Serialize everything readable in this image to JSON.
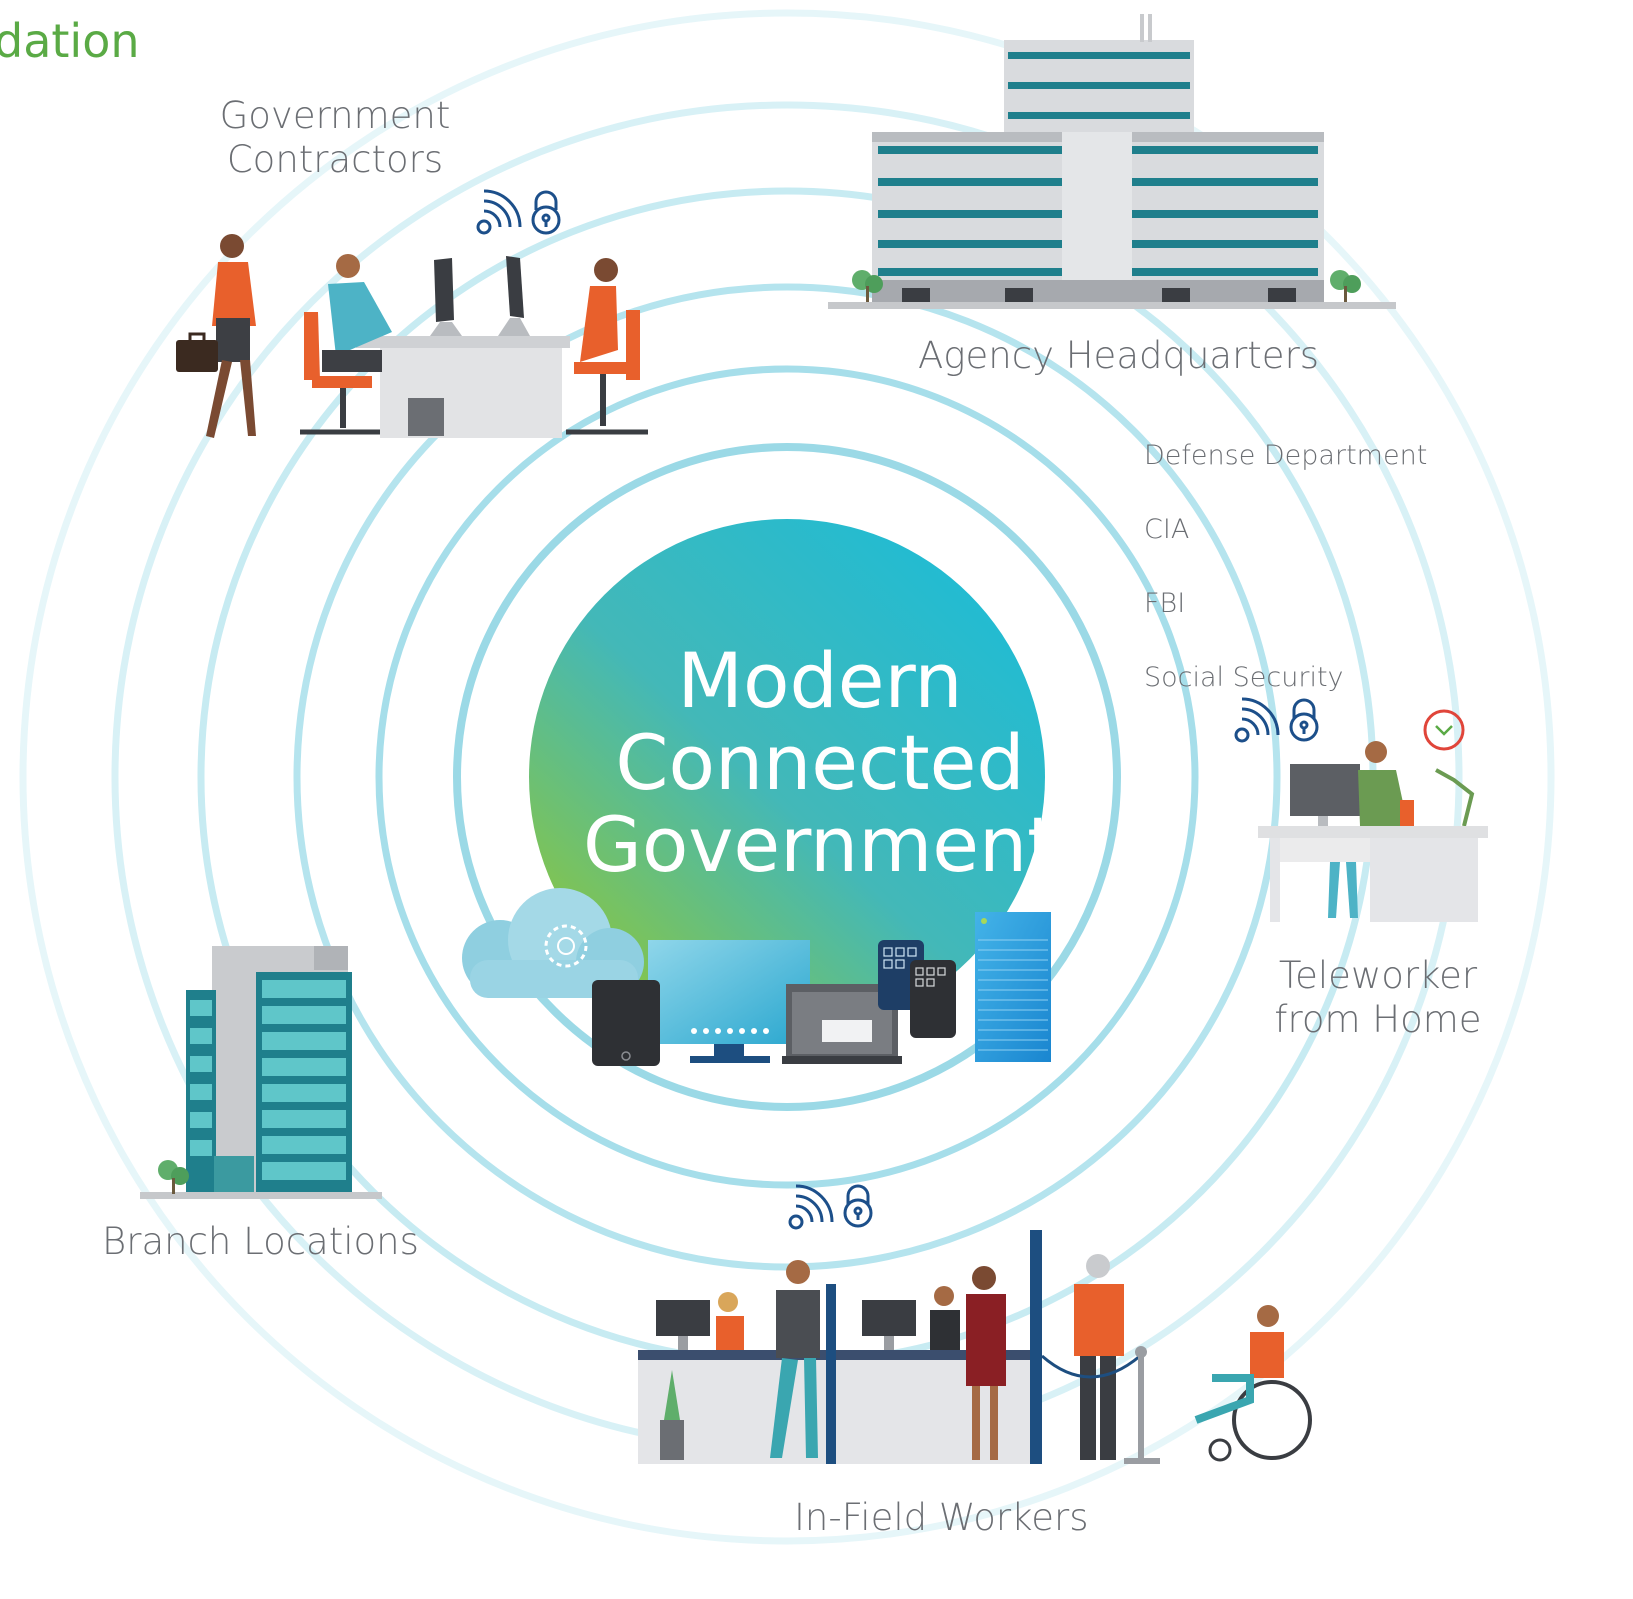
{
  "corner_text": "dation",
  "center": {
    "lines": [
      "Modern",
      "Connected",
      "Government"
    ]
  },
  "labels": {
    "contractors": "Government\nContractors",
    "headquarters": "Agency Headquarters",
    "teleworker": "Teleworker\nfrom Home",
    "branch": "Branch Locations",
    "infield": "In-Field Workers"
  },
  "agencies": [
    "Defense Department",
    "CIA",
    "FBI",
    "Social Security"
  ],
  "icons": {
    "wifi": "wifi-signal-icon",
    "lock": "padlock-icon",
    "clock": "clock-icon",
    "cloud": "cloud-gear-icon"
  },
  "colors": {
    "ring": "#9fdbe6",
    "ring_faint": "#d3eff4",
    "circle_top": "#1dbcd6",
    "circle_bottom": "#8cc63f",
    "label_gray": "#6b6e73",
    "accent_green": "#5aaa45",
    "icon_blue": "#1c4f8a",
    "building_teal": "#1f7f8c"
  }
}
